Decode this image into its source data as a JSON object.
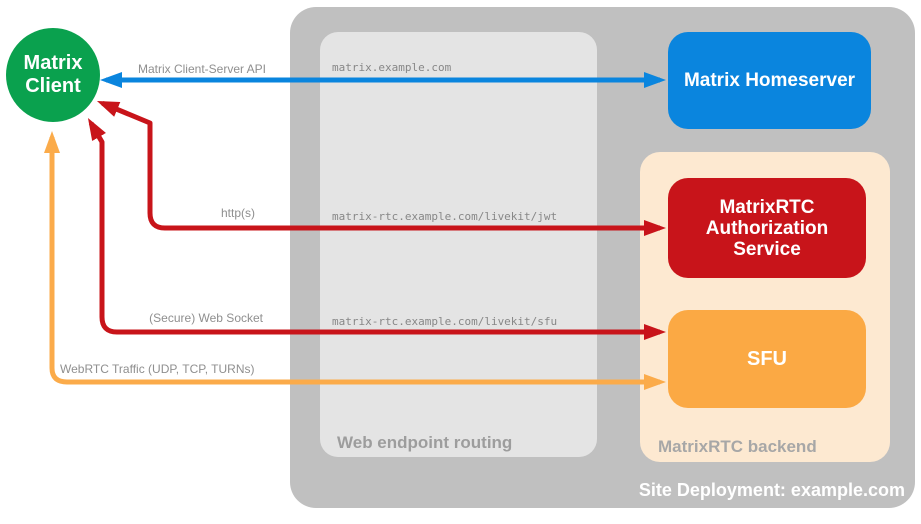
{
  "title": "MatrixRTC site deployment diagram",
  "containers": {
    "site": {
      "label": "Site Deployment: example.com"
    },
    "routing": {
      "label": "Web endpoint routing"
    },
    "backend": {
      "label": "MatrixRTC backend"
    }
  },
  "nodes": {
    "client": {
      "label": "Matrix Client",
      "color": "#0aa14e"
    },
    "homeserver": {
      "label": "Matrix Homeserver",
      "color": "#0a85de"
    },
    "auth_service": {
      "label": "MatrixRTC\nAuthorization\nService",
      "color": "#c8141a"
    },
    "sfu": {
      "label": "SFU",
      "color": "#fba944"
    }
  },
  "connections": [
    {
      "name": "client-server-api",
      "label": "Matrix Client-Server API",
      "endpoint": "matrix.example.com",
      "color": "#0a85de",
      "from": "Matrix Client",
      "to": "Matrix Homeserver",
      "bidirectional": true
    },
    {
      "name": "https",
      "label": "http(s)",
      "endpoint": "matrix-rtc.example.com/livekit/jwt",
      "color": "#c8141a",
      "from": "Matrix Client",
      "to": "MatrixRTC Authorization Service",
      "bidirectional": true
    },
    {
      "name": "secure-web-socket",
      "label": "(Secure) Web Socket",
      "endpoint": "matrix-rtc.example.com/livekit/sfu",
      "color": "#c8141a",
      "from": "Matrix Client",
      "to": "SFU",
      "bidirectional": true
    },
    {
      "name": "webrtc-traffic",
      "label": "WebRTC Traffic (UDP, TCP, TURNs)",
      "endpoint": "",
      "color": "#fbab4a",
      "from": "Matrix Client",
      "to": "SFU",
      "bidirectional": true
    }
  ],
  "colors": {
    "site_container": "#c0c0c0",
    "routing_container": "#e4e4e4",
    "backend_container": "#fde9d1",
    "label_text": "#8f8f8f",
    "url_text": "#878787",
    "background": "#ffffff"
  }
}
